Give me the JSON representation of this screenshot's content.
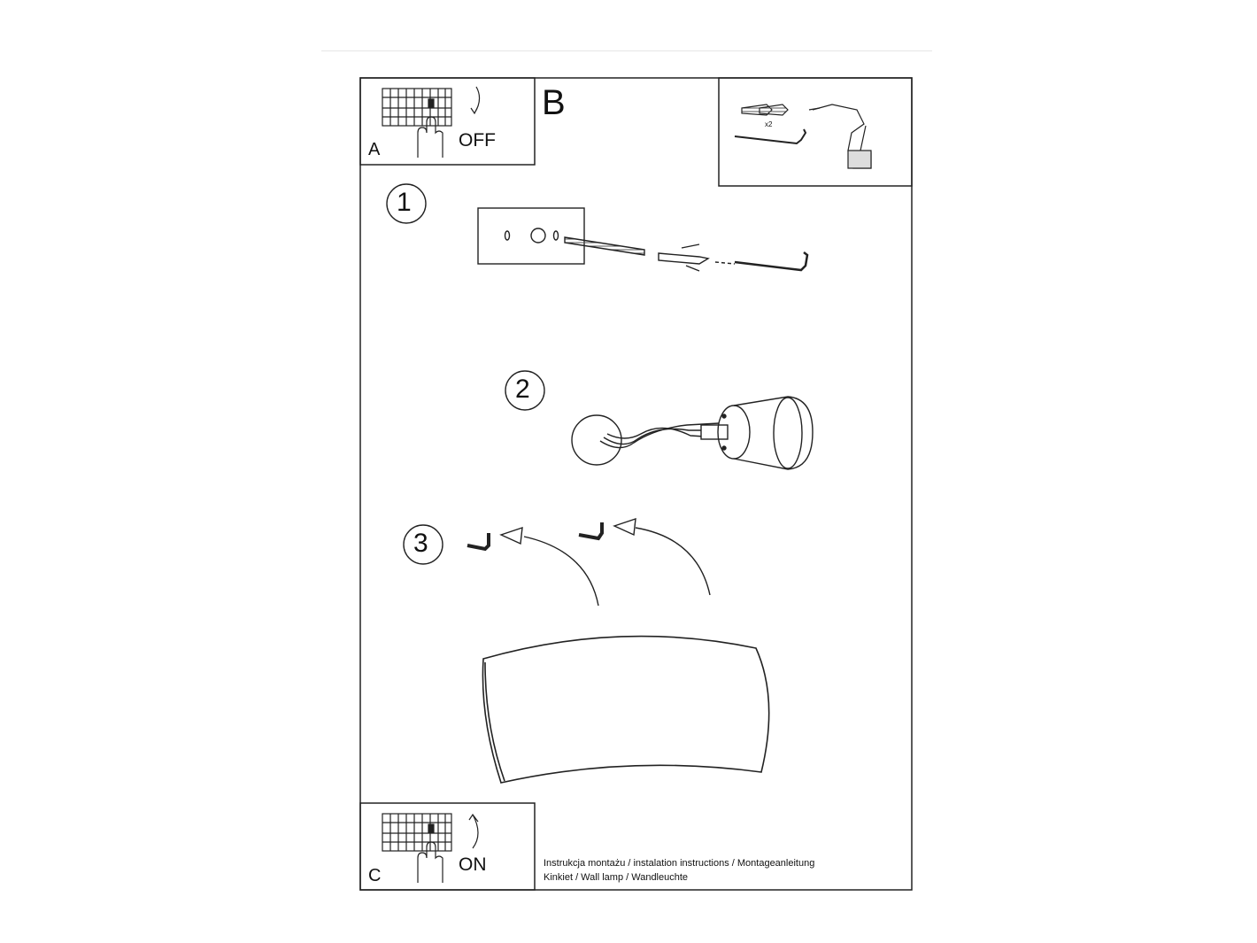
{
  "panel_a": {
    "letter": "A",
    "state": "OFF"
  },
  "panel_b": {
    "letter": "B",
    "multiplier": "x2"
  },
  "panel_c": {
    "letter": "C",
    "state": "ON"
  },
  "steps": [
    "1",
    "2",
    "3"
  ],
  "footer": {
    "line1": "Instrukcja montażu / instalation instructions / Montageanleitung",
    "line2": "Kinkiet / Wall lamp / Wandleuchte"
  }
}
